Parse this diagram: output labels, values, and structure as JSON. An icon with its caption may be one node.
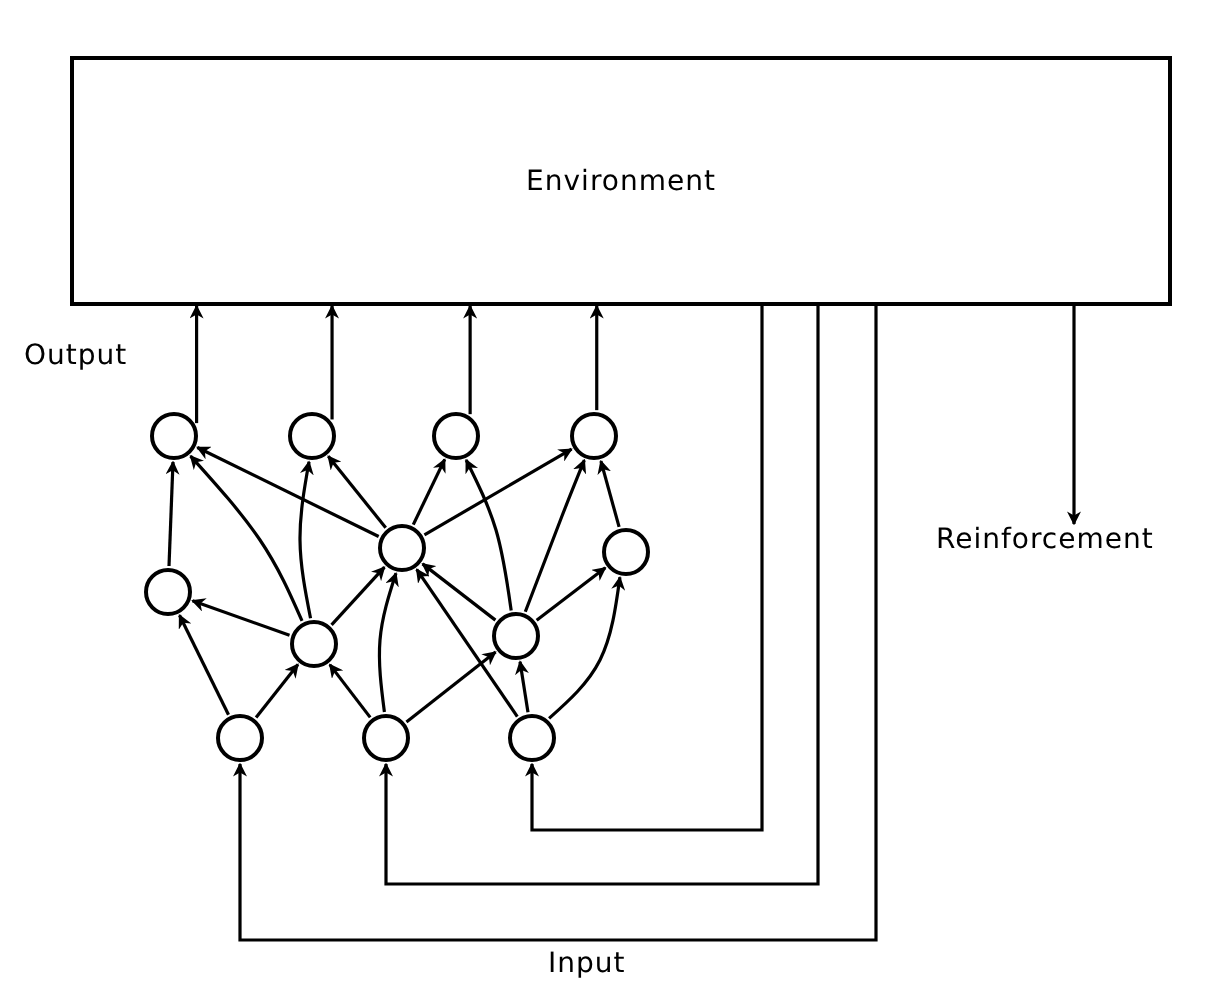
{
  "diagram": {
    "nodes": [
      {
        "text": [
          "Environment"
        ]
      },
      {
        "text": [
          "Reinforcement"
        ]
      },
      {
        "text": [],
        "shape": "circle"
      },
      {
        "text": [],
        "shape": "circle"
      },
      {
        "text": [],
        "shape": "circle"
      },
      {
        "text": [],
        "shape": "circle"
      },
      {
        "text": [],
        "shape": "circle"
      },
      {
        "text": [],
        "shape": "circle"
      },
      {
        "text": [],
        "shape": "circle"
      },
      {
        "text": [],
        "shape": "circle"
      },
      {
        "text": [],
        "shape": "circle"
      },
      {
        "text": [],
        "shape": "circle"
      },
      {
        "text": [],
        "shape": "circle"
      },
      {
        "text": [],
        "shape": "circle"
      }
    ],
    "edges": [
      {
        "from": 2,
        "to": 0,
        "arrow": "to"
      },
      {
        "from": 3,
        "to": 0,
        "arrow": "to"
      },
      {
        "from": 4,
        "to": 0,
        "arrow": "to"
      },
      {
        "from": 5,
        "to": 0,
        "arrow": "to"
      },
      {
        "from": 0,
        "to": 1,
        "arrow": "to"
      },
      {
        "from": 7,
        "to": 2,
        "arrow": "to"
      },
      {
        "from": 9,
        "to": 2,
        "arrow": "to"
      },
      {
        "from": 6,
        "to": 2,
        "arrow": "to"
      },
      {
        "from": 9,
        "to": 3,
        "arrow": "to"
      },
      {
        "from": 6,
        "to": 3,
        "arrow": "to"
      },
      {
        "from": 6,
        "to": 4,
        "arrow": "to"
      },
      {
        "from": 10,
        "to": 4,
        "arrow": "to"
      },
      {
        "from": 6,
        "to": 5,
        "arrow": "to"
      },
      {
        "from": 10,
        "to": 5,
        "arrow": "to"
      },
      {
        "from": 8,
        "to": 5,
        "arrow": "to"
      },
      {
        "from": 11,
        "to": 7,
        "arrow": "to"
      },
      {
        "from": 9,
        "to": 7,
        "arrow": "to"
      },
      {
        "from": 11,
        "to": 9,
        "arrow": "to"
      },
      {
        "from": 12,
        "to": 9,
        "arrow": "to"
      },
      {
        "from": 9,
        "to": 6,
        "arrow": "to"
      },
      {
        "from": 12,
        "to": 6,
        "arrow": "to"
      },
      {
        "from": 13,
        "to": 6,
        "arrow": "to"
      },
      {
        "from": 10,
        "to": 6,
        "arrow": "to"
      },
      {
        "from": 12,
        "to": 10,
        "arrow": "to"
      },
      {
        "from": 13,
        "to": 10,
        "arrow": "to"
      },
      {
        "from": 13,
        "to": 8,
        "arrow": "to"
      },
      {
        "from": 10,
        "to": 8,
        "arrow": "to"
      },
      {
        "from": 0,
        "to": 11,
        "arrow": "to"
      },
      {
        "from": 0,
        "to": 12,
        "arrow": "to"
      },
      {
        "from": 0,
        "to": 13,
        "arrow": "to"
      }
    ],
    "labels": [
      "Output",
      "Input"
    ]
  }
}
